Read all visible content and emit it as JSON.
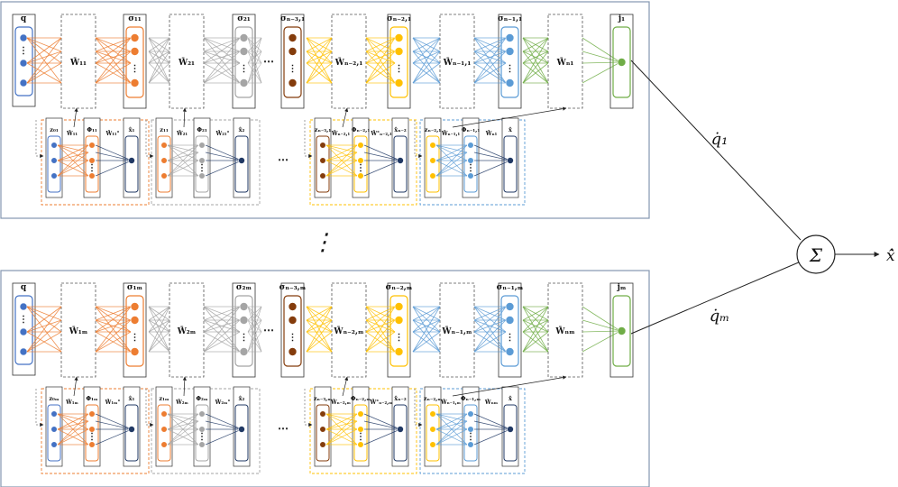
{
  "colors": {
    "blue": "#4472c4",
    "orange": "#ed7d31",
    "gray": "#a5a5a5",
    "brown": "#843c0c",
    "yellow": "#ffc000",
    "lightblue": "#5b9bd5",
    "green": "#70ad47",
    "navy": "#203864",
    "frame": "#8497b0"
  },
  "panel1": {
    "q": "q",
    "sigma": [
      "σ₁₁",
      "σ₂₁",
      "σₙ₋₃,₁",
      "σₙ₋₂,₁",
      "σₙ₋₁,₁"
    ],
    "j": "j₁",
    "W": [
      "W̄₁₁",
      "W̄₂₁",
      "W̄ₙ₋₂,₁",
      "W̄ₙ₋₁,₁",
      "W̄ₙ₁"
    ],
    "top_ellipsis": "⋯",
    "sub_ellipsis": "⋯",
    "sub": [
      {
        "z": "z₀₁",
        "phi": "Φ₁₁",
        "wa": "W̄₁₁",
        "wb": "W̄₁₁°",
        "xh": "x̂₁"
      },
      {
        "z": "z₁₁",
        "phi": "Φ₂₁",
        "wa": "W̄₂₁",
        "wb": "W̄₂₁°",
        "xh": "x̂₂"
      },
      {
        "z": "zₙ₋₃,₁",
        "phi": "Φₙ₋₂,₁",
        "wa": "W̄ₙ₋₂,₁",
        "wb": "W̄°ₙ₋₂,₁",
        "xh": "x̂ₙ₋₂"
      },
      {
        "z": "zₙ₋₂,₁",
        "phi": "Φₙ₋₁,₁",
        "wa": "W̄ₙ₋₁,₁",
        "wb": "W̄ₙ₁",
        "xh": "x̂"
      }
    ]
  },
  "panel2": {
    "q": "q",
    "sigma": [
      "σ₁ₘ",
      "σ₂ₘ",
      "σₙ₋₃,ₘ",
      "σₙ₋₂,ₘ",
      "σₙ₋₁,ₘ"
    ],
    "j": "jₘ",
    "W": [
      "W̄₁ₘ",
      "W̄₂ₘ",
      "W̄ₙ₋₂,ₘ",
      "W̄ₙ₋₁,ₘ",
      "W̄ₙₘ"
    ],
    "top_ellipsis": "⋯",
    "sub_ellipsis": "⋯",
    "sub": [
      {
        "z": "z₀ₘ",
        "phi": "Φ₁ₘ",
        "wa": "W̄₁ₘ",
        "wb": "W̄₁ₘ°",
        "xh": "x̂₁"
      },
      {
        "z": "z₁ₘ",
        "phi": "Φ₂ₘ",
        "wa": "W̄₂ₘ",
        "wb": "W̄₂ₘ°",
        "xh": "x̂₂"
      },
      {
        "z": "zₙ₋₃,ₘ",
        "phi": "Φₙ₋₂,ₘ",
        "wa": "W̄ₙ₋₂,ₘ",
        "wb": "W̄°ₙ₋₂,ₘ",
        "xh": "x̂ₙ₋₂"
      },
      {
        "z": "zₙ₋₂,ₘ",
        "phi": "Φₙ₋₁,ₘ",
        "wa": "W̄ₙ₋₁,ₘ",
        "wb": "W̄ₙₘ",
        "xh": "x̂"
      }
    ]
  },
  "between_ellipsis": "⋮",
  "qdot1": "q̇₁",
  "qdotm": "q̇ₘ",
  "sum": "Σ",
  "xdot": "ẋ̂"
}
